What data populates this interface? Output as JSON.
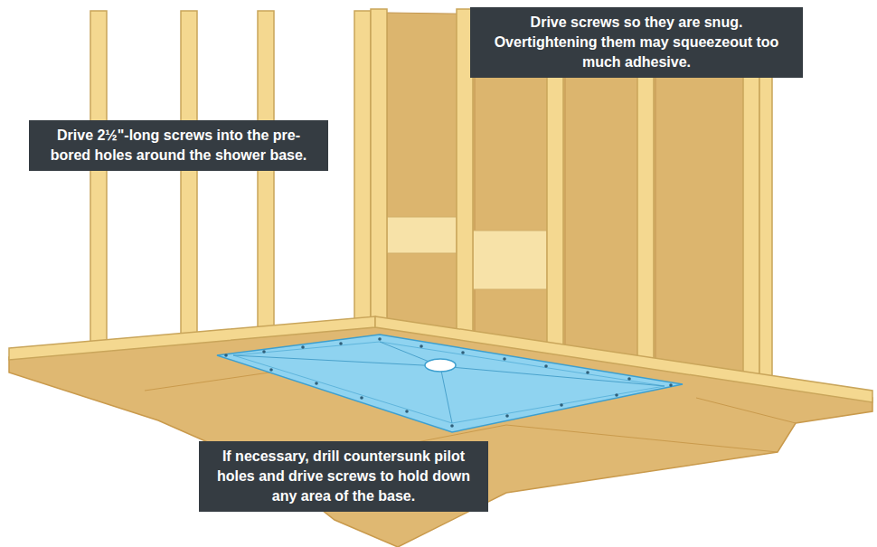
{
  "diagram": {
    "nodes": [
      {
        "text": [
          "Drive screws so they are snug. Overtightening them may squeezeout too much adhesive."
        ]
      },
      {
        "text": [
          "Drive 2½\"-long screws into the pre-bored holes around the shower base."
        ]
      },
      {
        "text": [
          "If necessary, drill countersunk pilot holes and drive screws to hold down any area of the base."
        ]
      }
    ]
  }
}
